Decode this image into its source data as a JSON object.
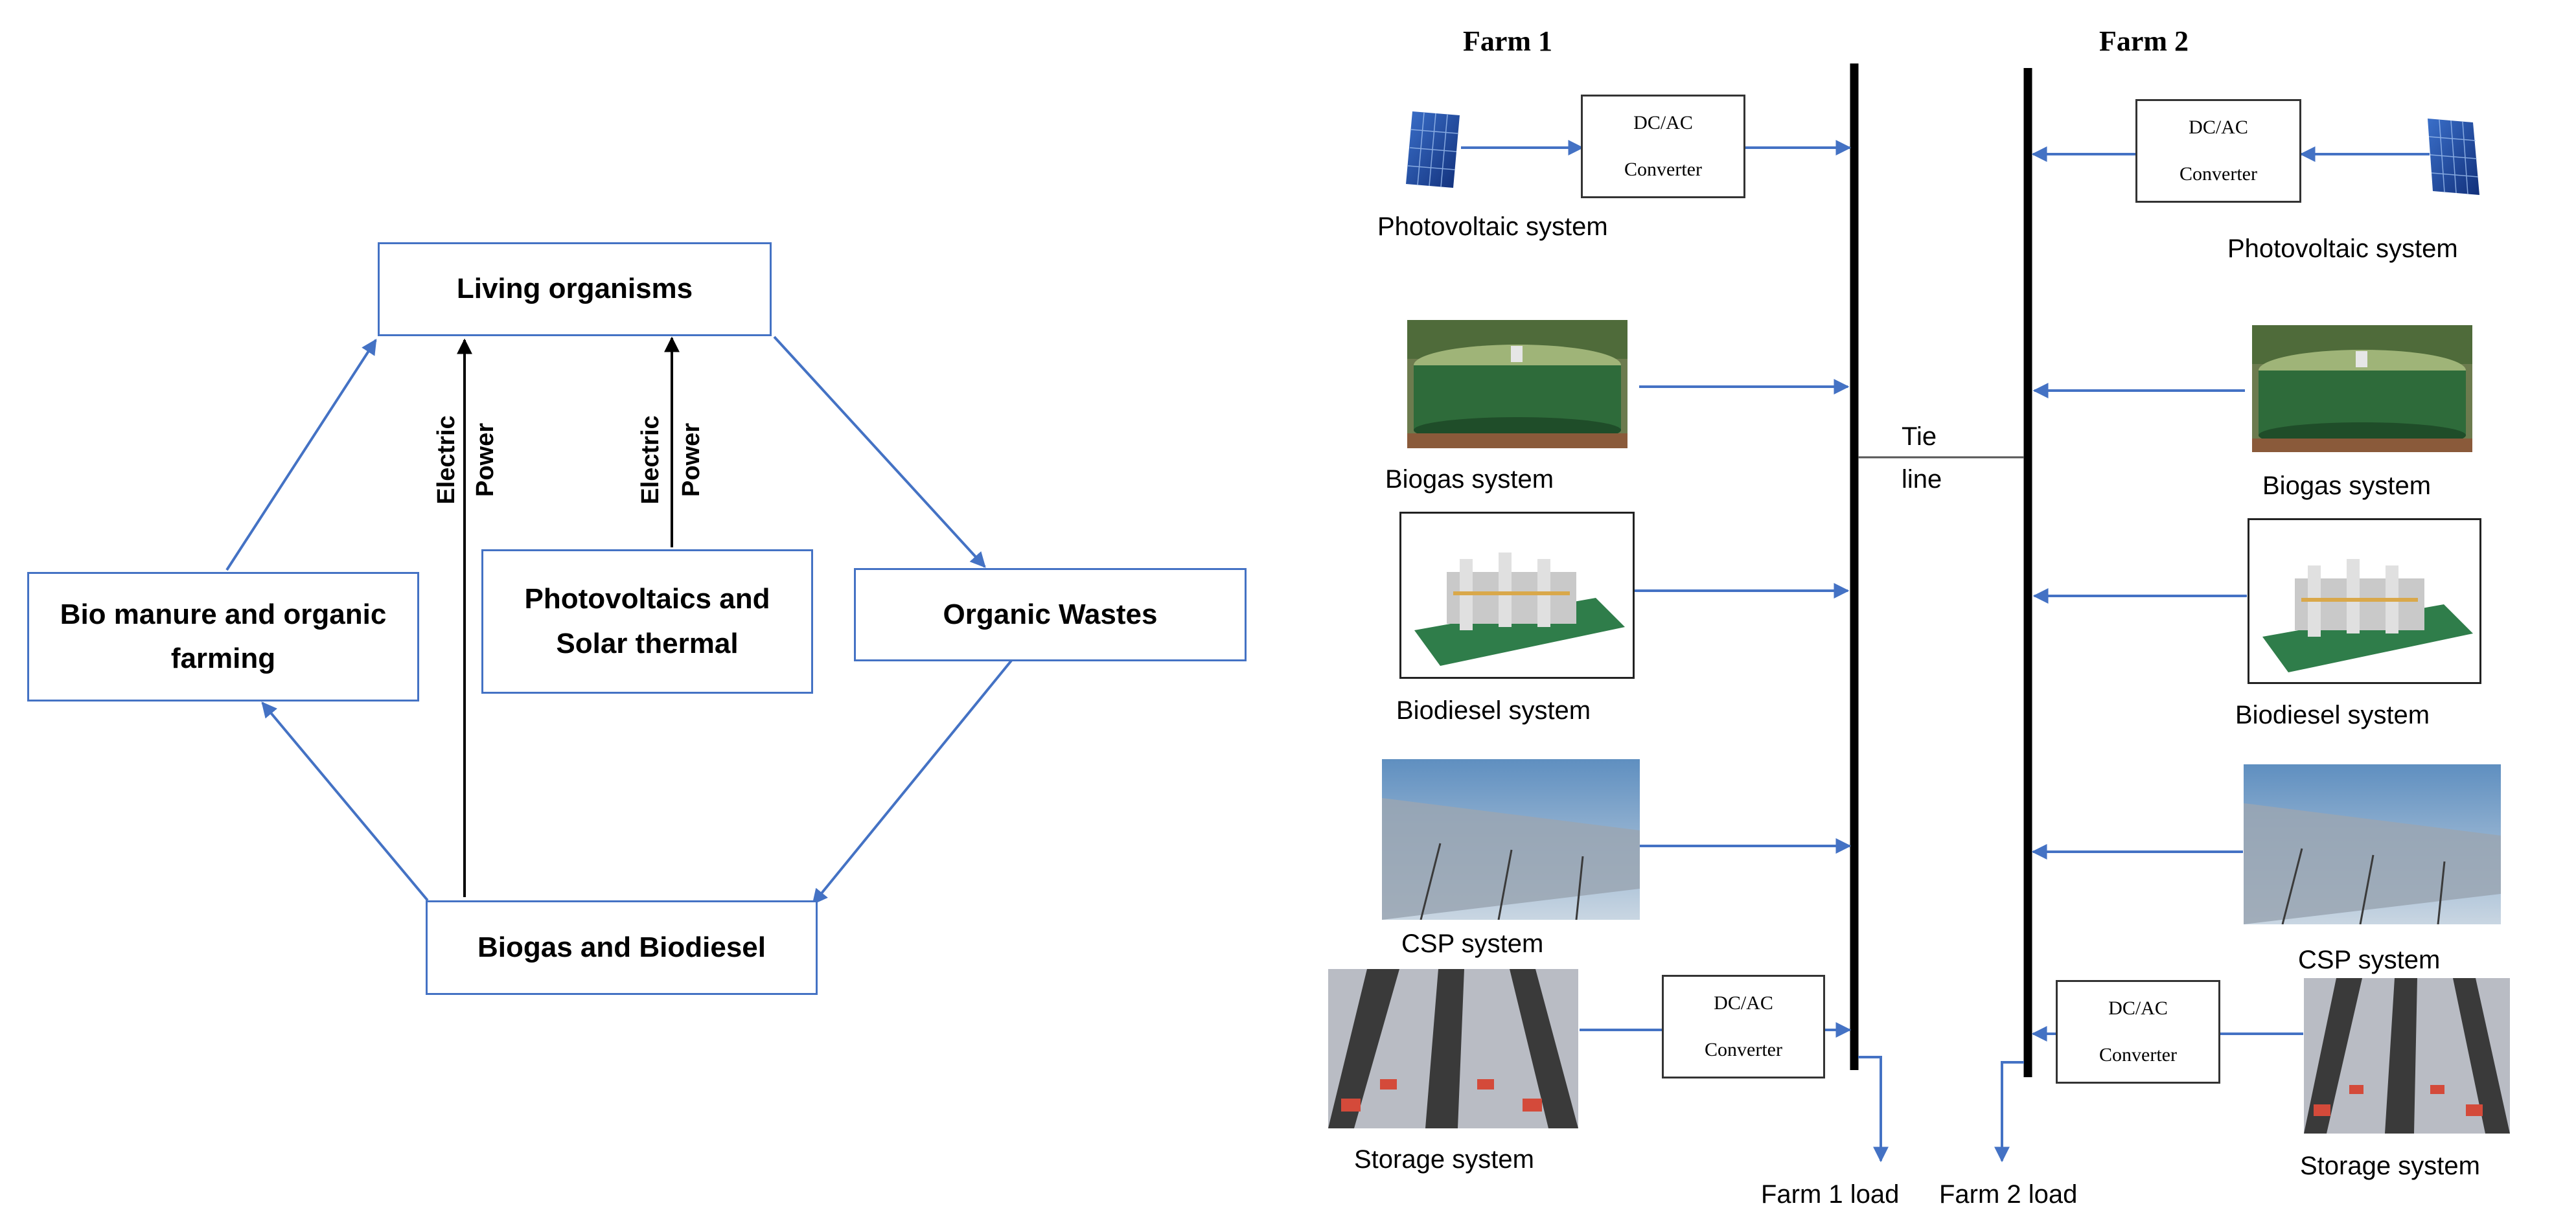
{
  "cycle": {
    "living": "Living organisms",
    "bio_manure_line1": "Bio manure and organic",
    "bio_manure_line2": "farming",
    "pv_line1": "Photovoltaics and",
    "pv_line2": "Solar thermal",
    "organic_wastes": "Organic Wastes",
    "biogas_biodiesel": "Biogas and Biodiesel",
    "electric": "Electric",
    "power": "Power"
  },
  "grid": {
    "farm1": "Farm 1",
    "farm2": "Farm 2",
    "converter_line1": "DC/AC",
    "converter_line2": "Converter",
    "pv_system": "Photovoltaic system",
    "biogas_system": "Biogas system",
    "biodiesel_system": "Biodiesel system",
    "csp_system": "CSP system",
    "storage_system": "Storage system",
    "tie": "Tie",
    "line": "line",
    "farm1_load": "Farm 1 load",
    "farm2_load": "Farm 2 load"
  },
  "colors": {
    "accent": "#4472C4",
    "bus": "#000000"
  }
}
